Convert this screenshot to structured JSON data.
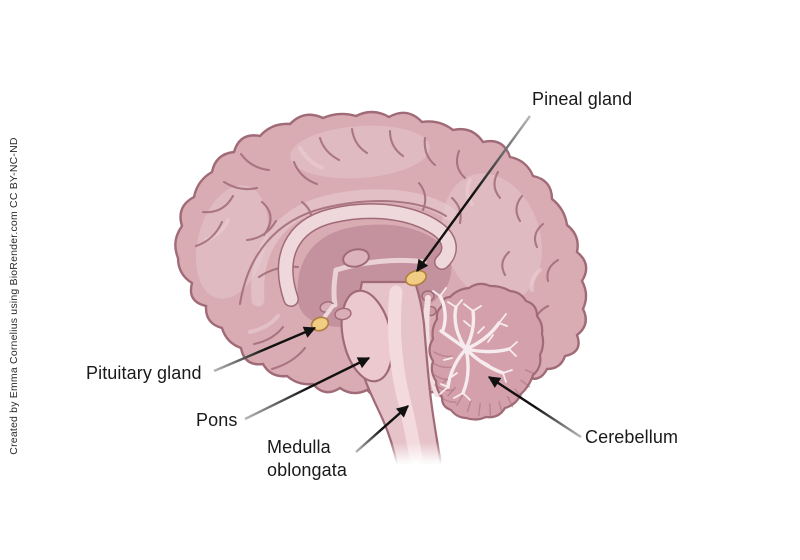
{
  "figure": {
    "labels": {
      "pineal": "Pineal gland",
      "pituitary": "Pituitary gland",
      "pons": "Pons",
      "medulla": "Medulla oblongata",
      "cerebellum": "Cerebellum"
    },
    "credit": "Created by Emma Cornelius using BioRender.com CC BY-NC-ND",
    "colors": {
      "background": "#ffffff",
      "cortex": "#d9acb3",
      "cortex_light": "#e9cdd3",
      "outline": "#a06a77",
      "deep": "#c4929e",
      "corpus_callosum": "#eed8dc",
      "brainstem": "#e6c2c9",
      "brainstem_light": "#f2dade",
      "pons": "#ecc9cf",
      "cerebellum": "#d4a0ab",
      "arbor": "#f6ebee",
      "gland": "#f1cc83",
      "gland_outline": "#b07f3e",
      "label_text": "#1a1a1a",
      "arrow_dark": "#111111",
      "arrow_light": "#b8b8b8"
    }
  }
}
